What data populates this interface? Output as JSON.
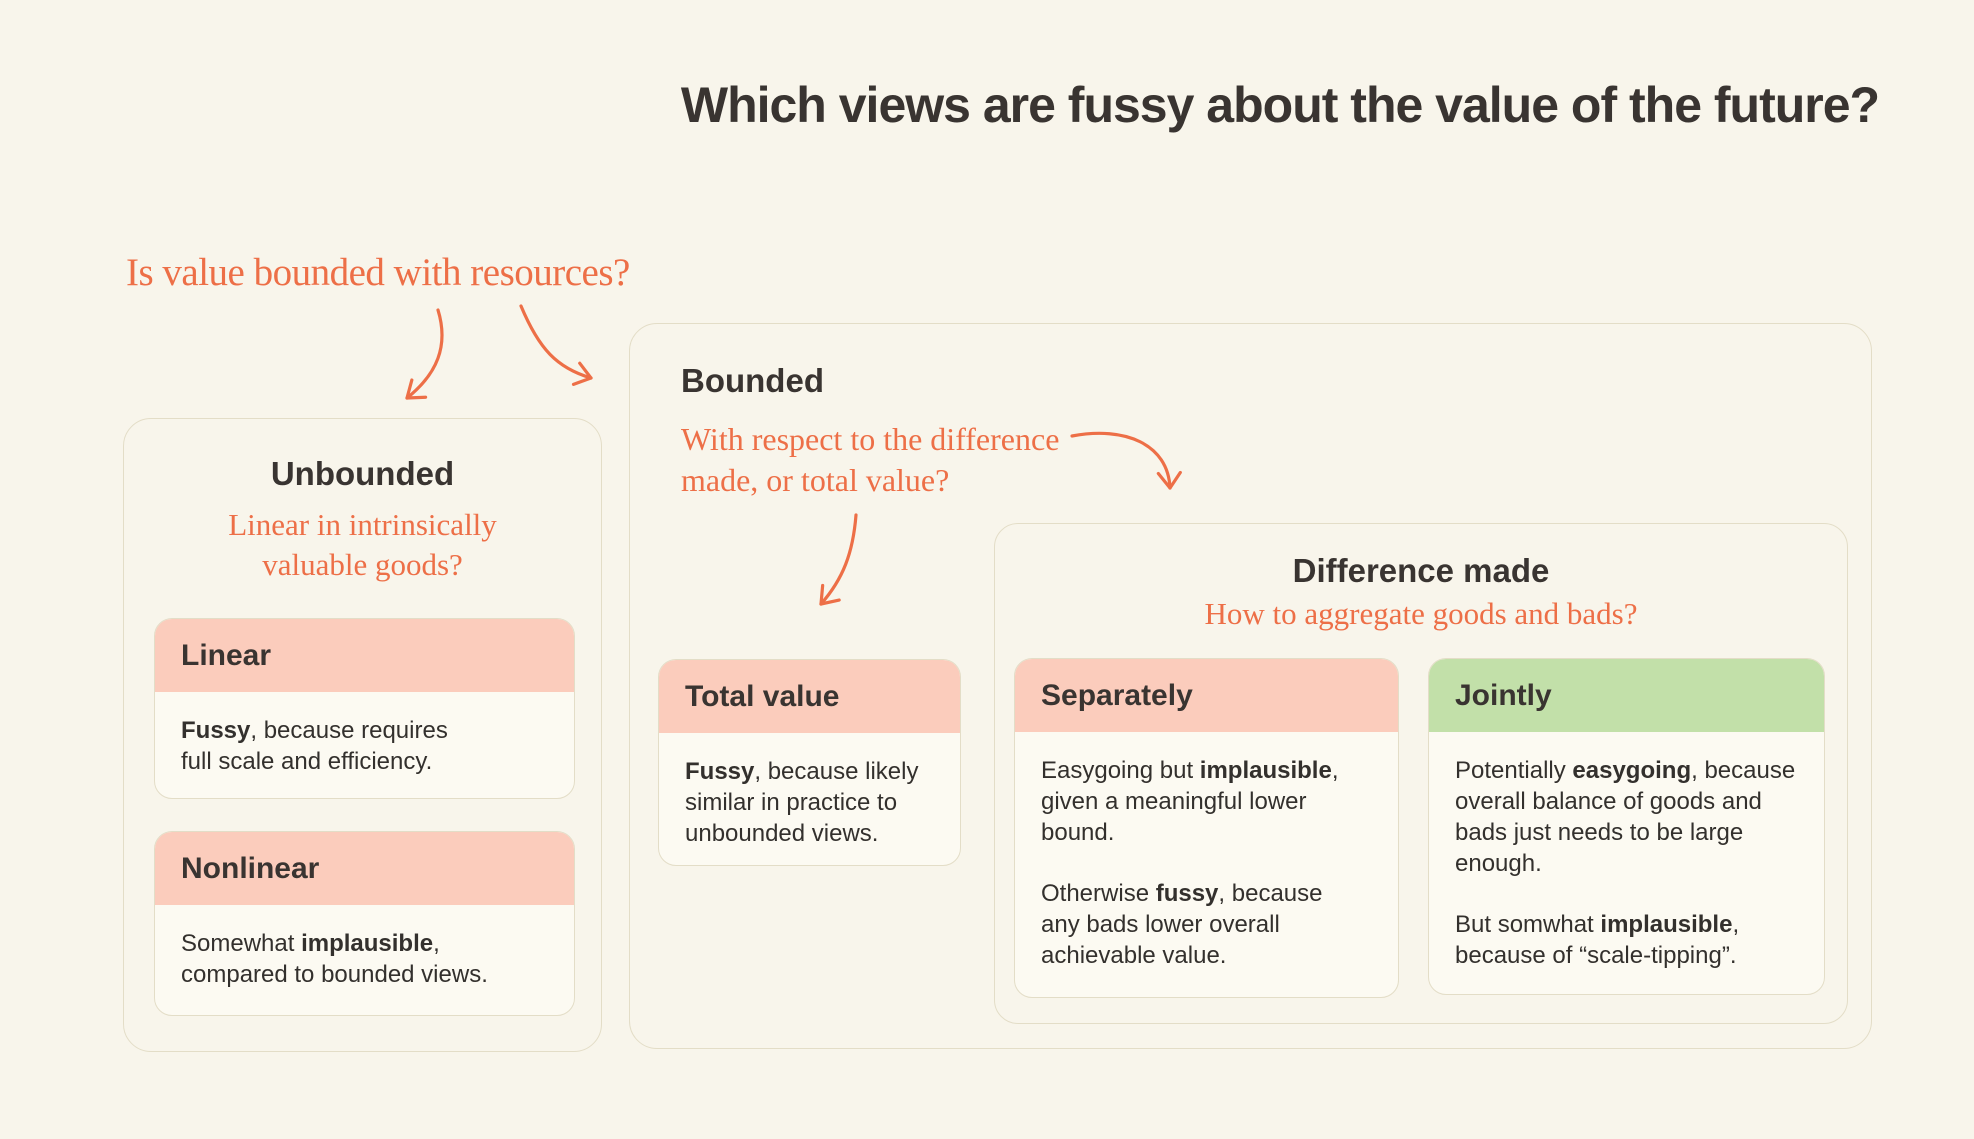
{
  "title": "Which views are fussy about the value of the future?",
  "root_question": "Is value bounded with resources?",
  "colors": {
    "background": "#f8f5eb",
    "card_bg": "#fcfaf2",
    "border": "#e3ddc7",
    "pink": "#fbccbc",
    "green": "#c2e0a9",
    "orange": "#ed6f47",
    "heading": "#393431",
    "body_text": "#33302d"
  },
  "unbounded": {
    "title": "Unbounded",
    "question": [
      {
        "t": "Linear in intrinsically"
      },
      {
        "br": true
      },
      {
        "t": "valuable goods?"
      }
    ],
    "cards": [
      {
        "title": "Linear",
        "tone": "pink",
        "body": [
          [
            {
              "t": "Fussy",
              "b": true
            },
            {
              "t": ", because requires"
            },
            {
              "br": true
            },
            {
              "t": "full scale and efficiency."
            }
          ]
        ]
      },
      {
        "title": "Nonlinear",
        "tone": "pink",
        "body": [
          [
            {
              "t": "Somewhat "
            },
            {
              "t": "implausible",
              "b": true
            },
            {
              "t": ","
            },
            {
              "br": true
            },
            {
              "t": "compared to bounded views."
            }
          ]
        ]
      }
    ]
  },
  "bounded": {
    "title": "Bounded",
    "question": [
      {
        "t": "With respect to the difference"
      },
      {
        "br": true
      },
      {
        "t": "made, or total value?"
      }
    ],
    "total_value_card": {
      "title": "Total value",
      "tone": "pink",
      "body": [
        [
          {
            "t": "Fussy",
            "b": true
          },
          {
            "t": ", because likely"
          },
          {
            "br": true
          },
          {
            "t": "similar in practice to"
          },
          {
            "br": true
          },
          {
            "t": "unbounded views."
          }
        ]
      ]
    },
    "difference_made": {
      "title": "Difference made",
      "question": [
        {
          "t": "How to aggregate goods and bads?"
        }
      ],
      "cards": [
        {
          "title": "Separately",
          "tone": "pink",
          "body": [
            [
              {
                "t": "Easygoing but "
              },
              {
                "t": "implausible",
                "b": true
              },
              {
                "t": ","
              },
              {
                "br": true
              },
              {
                "t": "given a meaningful lower"
              },
              {
                "br": true
              },
              {
                "t": "bound."
              }
            ],
            [
              {
                "t": "Otherwise "
              },
              {
                "t": "fussy",
                "b": true
              },
              {
                "t": ", because"
              },
              {
                "br": true
              },
              {
                "t": "any bads lower overall"
              },
              {
                "br": true
              },
              {
                "t": "achievable value."
              }
            ]
          ]
        },
        {
          "title": "Jointly",
          "tone": "green",
          "body": [
            [
              {
                "t": "Potentially "
              },
              {
                "t": "easygoing",
                "b": true
              },
              {
                "t": ", because"
              },
              {
                "br": true
              },
              {
                "t": "overall balance of goods and"
              },
              {
                "br": true
              },
              {
                "t": "bads just needs to be large"
              },
              {
                "br": true
              },
              {
                "t": "enough."
              }
            ],
            [
              {
                "t": "But somwhat "
              },
              {
                "t": "implausible",
                "b": true
              },
              {
                "t": ","
              },
              {
                "br": true
              },
              {
                "t": "because of “scale-tipping”."
              }
            ]
          ]
        }
      ]
    }
  }
}
